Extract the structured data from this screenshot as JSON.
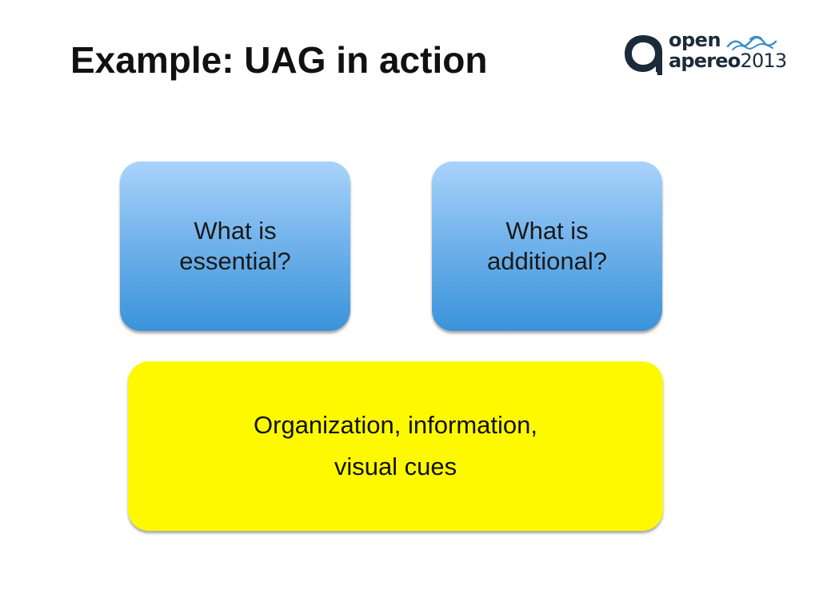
{
  "slide": {
    "title": "Example: UAG in action"
  },
  "logo": {
    "word_open": "open",
    "word_apereo": "apereo",
    "year": "2013",
    "colors": {
      "dark": "#1c2b3a",
      "wave": "#3c8fc7"
    }
  },
  "boxes": {
    "essential": {
      "line1": "What is",
      "line2": "essential?",
      "color": "#74b4ec"
    },
    "additional": {
      "line1": "What is",
      "line2": "additional?",
      "color": "#74b4ec"
    },
    "foundation": {
      "line1": "Organization, information,",
      "line2": "visual cues",
      "color": "#fff900"
    }
  }
}
